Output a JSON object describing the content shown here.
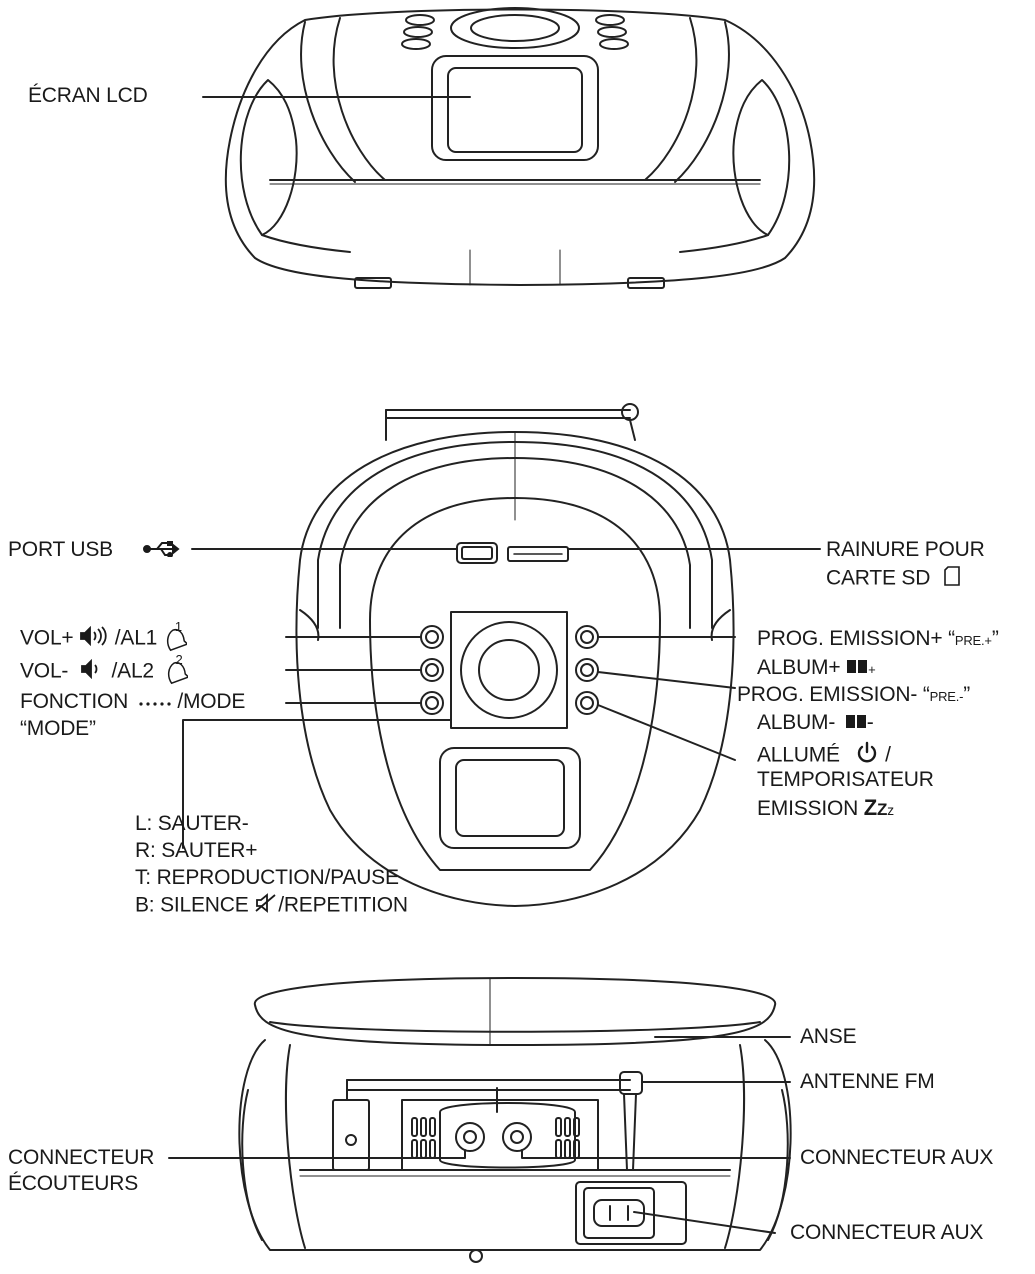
{
  "top_view": {
    "lcd_label": "ÉCRAN LCD"
  },
  "front_view": {
    "usb_label": "PORT USB",
    "sd_label_line1": "RAINURE POUR",
    "sd_label_line2": "CARTE SD",
    "vol_plus_label": "VOL+",
    "vol_plus_suffix": "/AL1",
    "vol_minus_label": "VOL-",
    "vol_minus_suffix": "/AL2",
    "alarm1_number": "1",
    "alarm2_number": "2",
    "function_label": "FONCTION",
    "function_suffix": "/MODE",
    "mode_label": "“MODE”",
    "preset_plus_label": "PROG. EMISSION+ “",
    "preset_plus_code": "PRE.+",
    "preset_minus_label": "PROG. EMISSION- “",
    "preset_minus_code": "PRE.-",
    "quote_close": "”",
    "album_plus_label": "ALBUM+",
    "album_plus_sign": "+",
    "album_minus_label": "ALBUM-",
    "album_minus_sign": "-",
    "power_label": "ALLUMÉ",
    "power_suffix": "/",
    "sleep_line1": "TEMPORISATEUR",
    "sleep_line2": "EMISSION",
    "sleep_zzz_big": "Z",
    "sleep_zzz_mid": "Z",
    "sleep_zzz_small": "z",
    "nav_left": "L: SAUTER-",
    "nav_right": "R: SAUTER+",
    "nav_top": "T: REPRODUCTION/PAUSE",
    "nav_bottom": "B: SILENCE",
    "nav_bottom_suffix": "/REPETITION"
  },
  "back_view": {
    "handle_label": "ANSE",
    "antenna_label": "ANTENNE FM",
    "headphone_label_line1": "CONNECTEUR",
    "headphone_label_line2": "ÉCOUTEURS",
    "aux_label_1": "CONNECTEUR AUX",
    "aux_label_2": "CONNECTEUR AUX"
  },
  "icons": [
    "usb-icon",
    "speaker-loud-icon",
    "speaker-soft-icon",
    "alarm-bell-icon",
    "dotted-function-icon",
    "sd-card-icon",
    "album-book-icon",
    "power-icon",
    "mute-icon"
  ]
}
